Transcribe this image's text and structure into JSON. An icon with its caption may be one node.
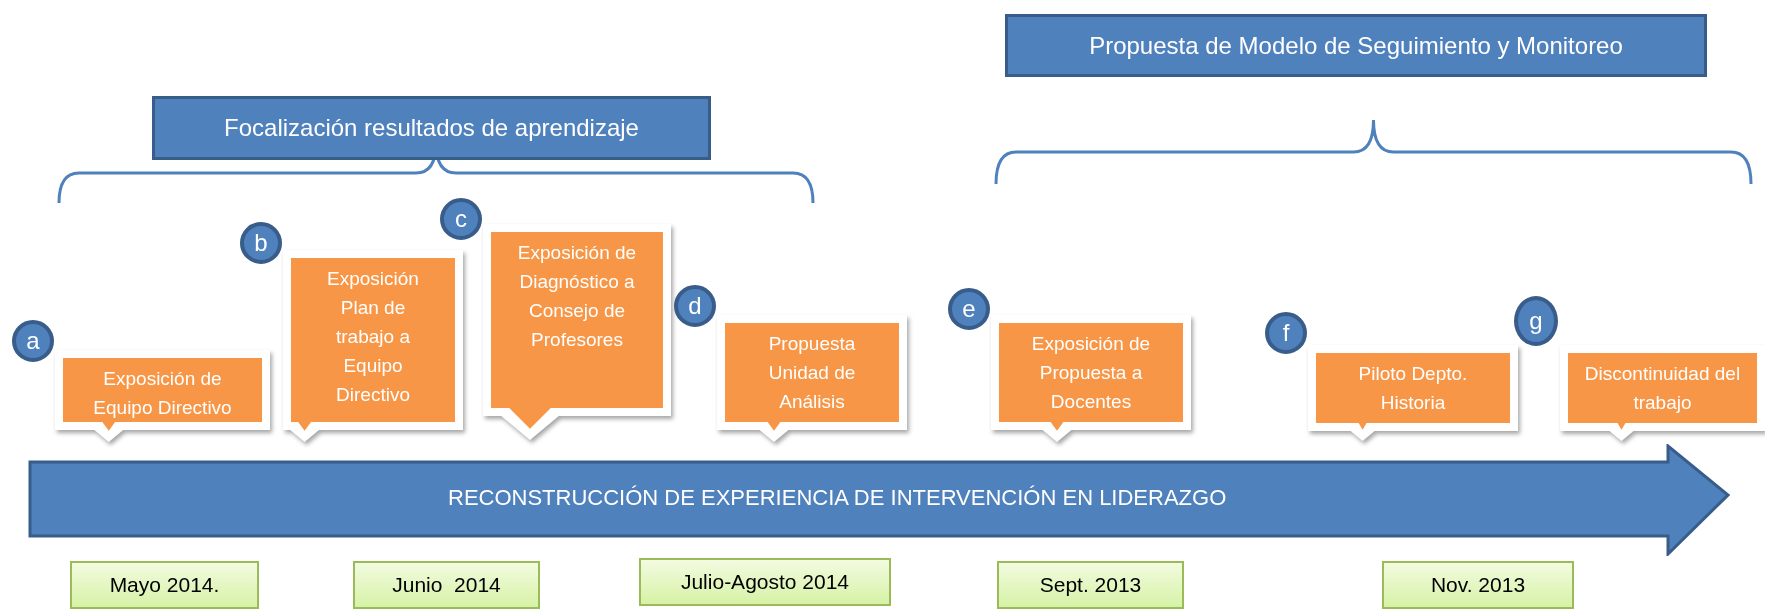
{
  "diagram": {
    "nodes": [
      {
        "text": [
          "Focalización resultados de aprendizaje"
        ]
      },
      {
        "text": [
          "Propuesta de Modelo de Seguimiento y Monitoreo"
        ]
      },
      {
        "text": [
          "a"
        ]
      },
      {
        "text": [
          "Exposición de Equipo Directivo"
        ]
      },
      {
        "text": [
          "b"
        ]
      },
      {
        "text": [
          "Exposición Plan de trabajo a Equipo Directivo"
        ]
      },
      {
        "text": [
          "c"
        ]
      },
      {
        "text": [
          "Exposición de Diagnóstico a Consejo de Profesores"
        ]
      },
      {
        "text": [
          "d"
        ]
      },
      {
        "text": [
          "Propuesta Unidad de Análisis"
        ]
      },
      {
        "text": [
          "e"
        ]
      },
      {
        "text": [
          "Exposición de Propuesta a Docentes"
        ]
      },
      {
        "text": [
          "f"
        ]
      },
      {
        "text": [
          "Piloto Depto. Historia"
        ]
      },
      {
        "text": [
          "g"
        ]
      },
      {
        "text": [
          "Discontinuidad del trabajo"
        ]
      },
      {
        "text": [
          "RECONSTRUCCIÓN DE EXPERIENCIA DE INTERVENCIÓN EN LIDERAZGO"
        ]
      },
      {
        "text": [
          "Mayo 2014."
        ]
      },
      {
        "text": [
          "Junio  2014"
        ]
      },
      {
        "text": [
          "Julio-Agosto 2014"
        ]
      },
      {
        "text": [
          "Sept. 2013"
        ]
      },
      {
        "text": [
          "Nov. 2013"
        ]
      }
    ],
    "edges": []
  }
}
